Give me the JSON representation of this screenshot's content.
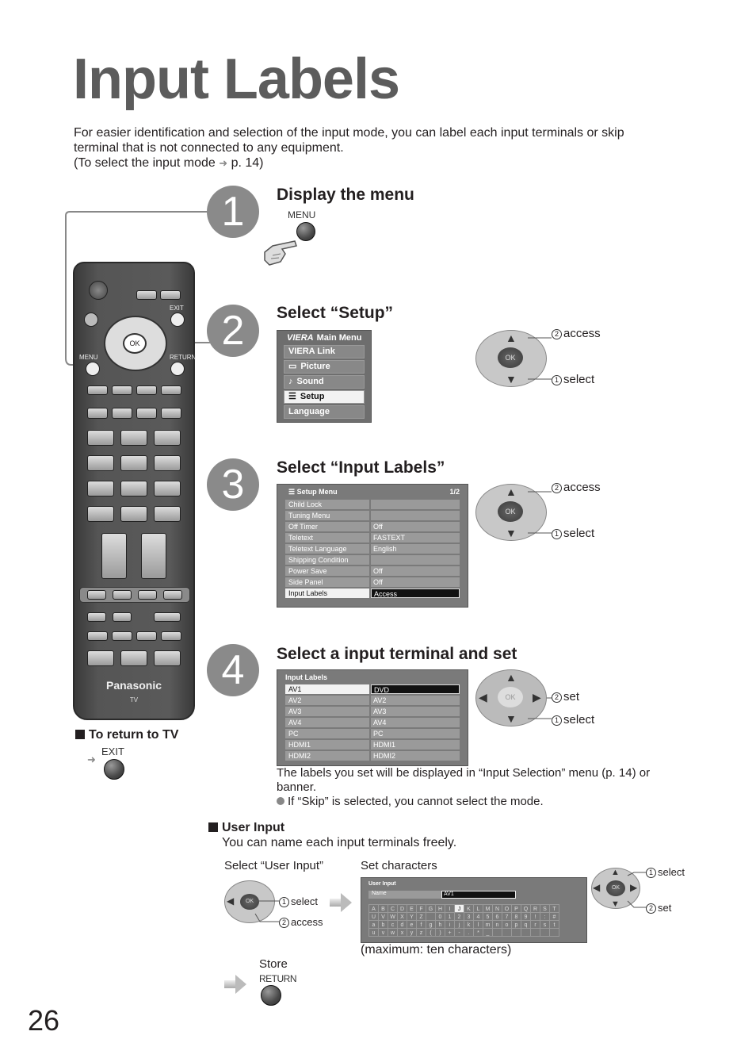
{
  "page": {
    "title": "Input Labels",
    "intro_line1": "For easier identification and selection of the input mode, you can label each input terminals or skip",
    "intro_line2": "terminal that is not connected to any equipment.",
    "intro_line3": "(To select the input mode",
    "intro_ref": "p. 14)",
    "page_number": "26"
  },
  "step1": {
    "number": "1",
    "heading": "Display the menu",
    "button_label": "MENU"
  },
  "step2": {
    "number": "2",
    "heading": "Select “Setup”",
    "menu_header": "Main Menu",
    "menu_brand": "VIERA",
    "menu_items": [
      "VIERA Link",
      "Picture",
      "Sound",
      "Setup",
      "Language"
    ],
    "access": "access",
    "select": "select",
    "num_access": "2",
    "num_select": "1"
  },
  "step3": {
    "number": "3",
    "heading": "Select “Input Labels”",
    "menu_header": "Setup Menu",
    "page": "1/2",
    "rows": [
      {
        "name": "Child Lock",
        "value": ""
      },
      {
        "name": "Tuning Menu",
        "value": ""
      },
      {
        "name": "Off Timer",
        "value": "Off"
      },
      {
        "name": "Teletext",
        "value": "FASTEXT"
      },
      {
        "name": "Teletext Language",
        "value": "English"
      },
      {
        "name": "Shipping Condition",
        "value": ""
      },
      {
        "name": "Power Save",
        "value": "Off"
      },
      {
        "name": "Side Panel",
        "value": "Off"
      },
      {
        "name": "Input Labels",
        "value": "Access"
      }
    ],
    "access": "access",
    "select": "select"
  },
  "step4": {
    "number": "4",
    "heading": "Select a input terminal and set",
    "menu_header": "Input Labels",
    "rows": [
      {
        "name": "AV1",
        "value": "DVD"
      },
      {
        "name": "AV2",
        "value": "AV2"
      },
      {
        "name": "AV3",
        "value": "AV3"
      },
      {
        "name": "AV4",
        "value": "AV4"
      },
      {
        "name": "PC",
        "value": "PC"
      },
      {
        "name": "HDMI1",
        "value": "HDMI1"
      },
      {
        "name": "HDMI2",
        "value": "HDMI2"
      }
    ],
    "set": "set",
    "select": "select",
    "note_line1": "The labels you set will be displayed in “Input Selection” menu (p. 14) or",
    "note_line2": "banner.",
    "bullet": "If “Skip” is selected, you cannot select the mode."
  },
  "return_tv": {
    "heading": "To return to TV",
    "button_label": "EXIT"
  },
  "remote": {
    "brand": "Panasonic",
    "sub": "TV",
    "exit": "EXIT",
    "menu": "MENU",
    "return": "RETURN",
    "ok": "OK"
  },
  "user_input": {
    "heading": "User Input",
    "desc": "You can name each input terminals freely.",
    "col1_title": "Select “User Input”",
    "col2_title": "Set characters",
    "select": "select",
    "access": "access",
    "set": "set",
    "panel_title": "User Input",
    "name_label": "Name",
    "name_value": "AV1",
    "char_rows": [
      [
        "A",
        "B",
        "C",
        "D",
        "E",
        "F",
        "G",
        "H",
        "I",
        "J",
        "K",
        "L",
        "M",
        "N",
        "O",
        "P",
        "Q",
        "R",
        "S",
        "T"
      ],
      [
        "U",
        "V",
        "W",
        "X",
        "Y",
        "Z",
        "",
        "0",
        "1",
        "2",
        "3",
        "4",
        "5",
        "6",
        "7",
        "8",
        "9",
        "!",
        ":",
        "#"
      ],
      [
        "a",
        "b",
        "c",
        "d",
        "e",
        "f",
        "g",
        "h",
        "i",
        "j",
        "k",
        "l",
        "m",
        "n",
        "o",
        "p",
        "q",
        "r",
        "s",
        "t"
      ],
      [
        "u",
        "v",
        "w",
        "x",
        "y",
        "z",
        "(",
        ")",
        "+",
        "-",
        ".",
        "*",
        "_",
        "",
        "",
        "",
        "",
        "",
        "",
        ""
      ]
    ],
    "max_note": "(maximum: ten characters)",
    "store": "Store",
    "store_button": "RETURN"
  }
}
